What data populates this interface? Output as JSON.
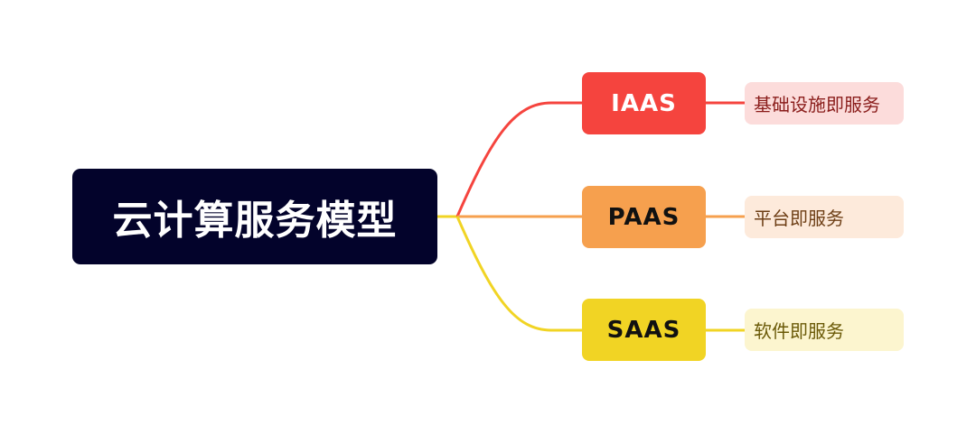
{
  "root": {
    "label": "云计算服务模型",
    "bg": "#03032b",
    "text_color": "#ffffff"
  },
  "branches": [
    {
      "label": "IAAS",
      "color": "#f5443e",
      "text_color": "#ffffff",
      "leaf": {
        "label": "基础设施即服务",
        "bg": "#fcdcdb",
        "text_color": "#8a1d1b"
      }
    },
    {
      "label": "PAAS",
      "color": "#f6a04e",
      "text_color": "#111111",
      "leaf": {
        "label": "平台即服务",
        "bg": "#fdeadb",
        "text_color": "#6e3f16"
      }
    },
    {
      "label": "SAAS",
      "color": "#f1d424",
      "text_color": "#111111",
      "leaf": {
        "label": "软件即服务",
        "bg": "#fcf5cf",
        "text_color": "#6b5a08"
      }
    }
  ]
}
